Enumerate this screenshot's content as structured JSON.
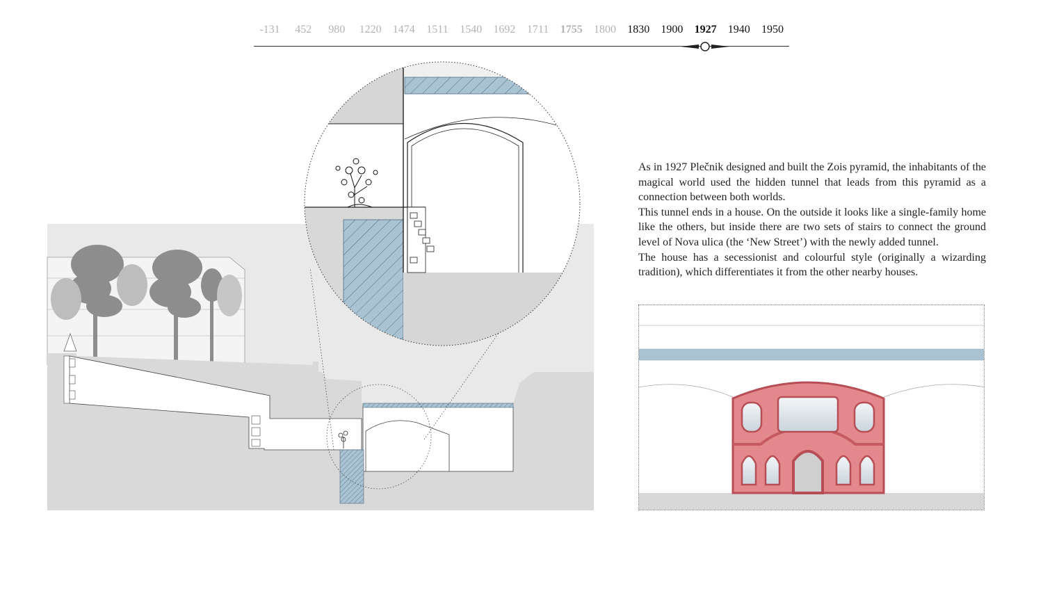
{
  "timeline": {
    "years": [
      {
        "label": "-131",
        "state": "future"
      },
      {
        "label": "452",
        "state": "future"
      },
      {
        "label": "980",
        "state": "future"
      },
      {
        "label": "1220",
        "state": "future"
      },
      {
        "label": "1474",
        "state": "future"
      },
      {
        "label": "1511",
        "state": "future"
      },
      {
        "label": "1540",
        "state": "future"
      },
      {
        "label": "1692",
        "state": "future"
      },
      {
        "label": "1711",
        "state": "future"
      },
      {
        "label": "1755",
        "state": "future-bold"
      },
      {
        "label": "1800",
        "state": "future"
      },
      {
        "label": "1830",
        "state": "past"
      },
      {
        "label": "1900",
        "state": "past"
      },
      {
        "label": "1927",
        "state": "current"
      },
      {
        "label": "1940",
        "state": "past"
      },
      {
        "label": "1950",
        "state": "past"
      }
    ],
    "current_year": "1927"
  },
  "description": {
    "paragraphs": [
      "As in 1927 Plečnik designed and built the Zois pyramid, the inhabitants of the magical world used the hidden tunnel that leads from this pyramid as a connection between both worlds.",
      "This tunnel ends in a house. On the outside it looks like a single-family home like the others, but inside there are two sets of stairs to connect the ground level of Nova ulica (the ‘New Street’) with the newly added tunnel.",
      "The house has a secessionist and colourful style (originally a wizarding tradition), which differentiates it from the other nearby houses."
    ]
  },
  "colors": {
    "ground": "#dcdcdc",
    "ground_dark": "#cfcfcf",
    "tunnel_blue": "#a9c3d3",
    "house_red": "#e3888c",
    "line": "#333333"
  }
}
